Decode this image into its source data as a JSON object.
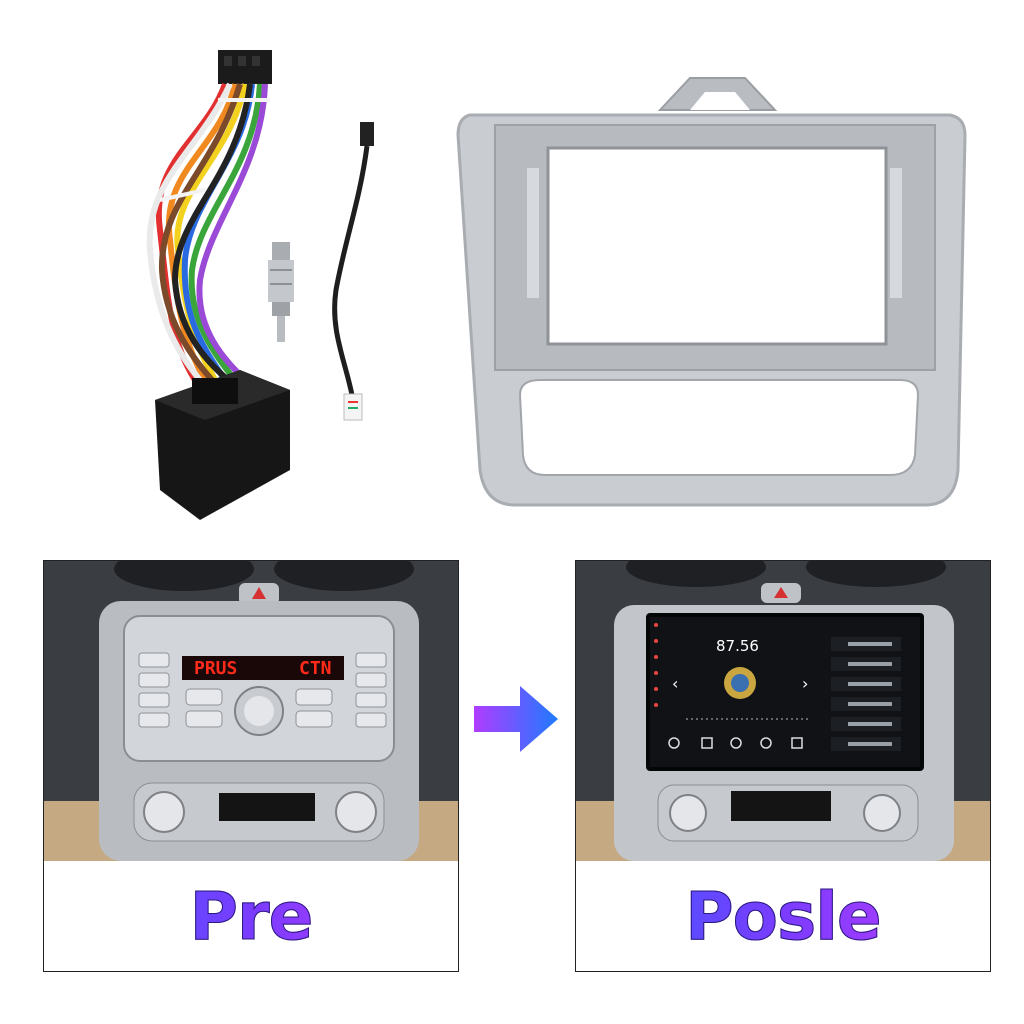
{
  "captions": {
    "before": "Pre",
    "after": "Posle"
  },
  "radio_display": {
    "left": "PRUS",
    "right": "CTN"
  },
  "head_unit": {
    "frequency": "87.56",
    "menu_rows": 6
  },
  "colors": {
    "frame_silver": "#c9ccd1",
    "arrow_start": "#b03cff",
    "arrow_end": "#1e7bff",
    "caption_start": "#3b5cff",
    "caption_end": "#c43cff"
  }
}
